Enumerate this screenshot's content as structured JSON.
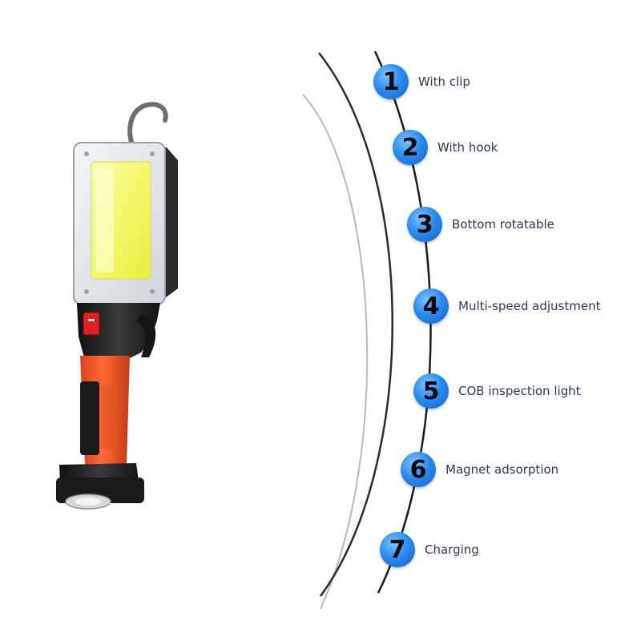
{
  "features": [
    {
      "number": "1",
      "label": "With clip"
    },
    {
      "number": "2",
      "label": "With hook"
    },
    {
      "number": "3",
      "label": "Bottom rotatable"
    },
    {
      "number": "4",
      "label": "Multi-speed adjustment"
    },
    {
      "number": "5",
      "label": "COB inspection light"
    },
    {
      "number": "6",
      "label": "Magnet adsorption"
    },
    {
      "number": "7",
      "label": "Charging"
    }
  ],
  "colors": {
    "badge": "#2a8cf0",
    "label_text": "#2b3a55",
    "handle_orange": "#f05a28",
    "handle_black": "#1e1e1e",
    "cob_led": "#f4f86a"
  }
}
